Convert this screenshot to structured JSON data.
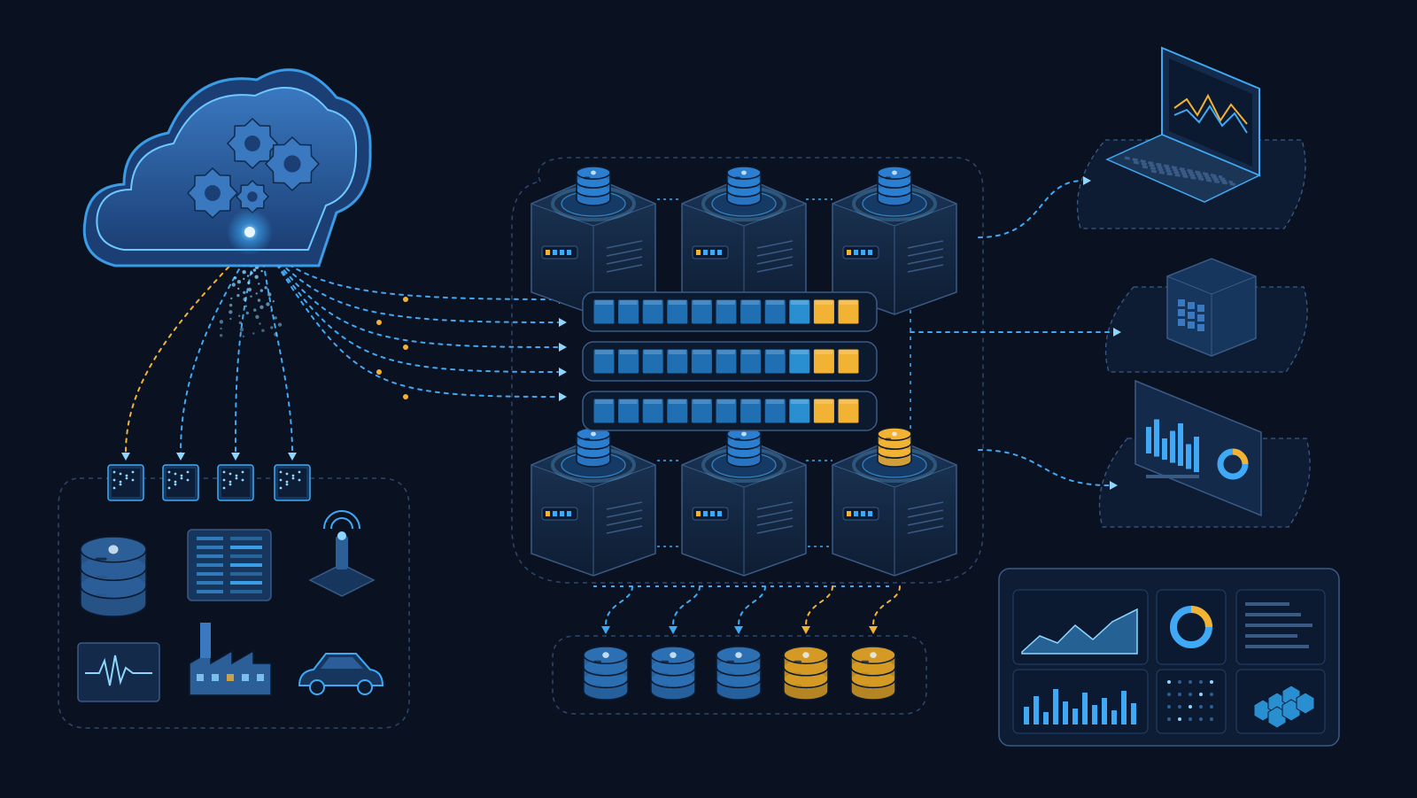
{
  "colors": {
    "background": "#0a1222",
    "frame": "#3a5a86",
    "flow": "#3fa9f5",
    "flow_bright": "#8fd6ff",
    "highlight": "#f2b233",
    "panel": "#132a4a",
    "panel_dark": "#0f1e36",
    "glow": "#6cc8ff"
  },
  "diagram": {
    "type": "data-pipeline-illustration",
    "text_labels": [],
    "sources": [
      {
        "icon": "database-icon"
      },
      {
        "icon": "server-rack-icon"
      },
      {
        "icon": "iot-antenna-sensor-icon"
      },
      {
        "icon": "waveform-monitor-icon"
      },
      {
        "icon": "factory-icon"
      },
      {
        "icon": "connected-car-icon"
      }
    ],
    "edge_nodes": [
      {
        "icon": "edge-chip-icon"
      },
      {
        "icon": "edge-chip-icon"
      },
      {
        "icon": "edge-chip-icon"
      },
      {
        "icon": "edge-chip-icon"
      }
    ],
    "cloud": {
      "icon": "cloud-gears-icon"
    },
    "cluster": {
      "nodes": [
        {
          "icon": "server-node-icon",
          "accent": "blue"
        },
        {
          "icon": "server-node-icon",
          "accent": "blue"
        },
        {
          "icon": "server-node-icon",
          "accent": "blue"
        },
        {
          "icon": "server-node-icon",
          "accent": "blue"
        },
        {
          "icon": "server-node-icon",
          "accent": "blue"
        },
        {
          "icon": "server-node-icon",
          "accent": "gold"
        }
      ],
      "queues": [
        {
          "highlight": [
            false,
            false,
            false,
            false,
            false,
            false,
            false,
            false,
            false,
            true,
            true
          ]
        },
        {
          "highlight": [
            false,
            false,
            false,
            false,
            false,
            false,
            false,
            false,
            false,
            true,
            true
          ]
        },
        {
          "highlight": [
            false,
            false,
            false,
            false,
            false,
            false,
            false,
            false,
            false,
            true,
            true
          ]
        }
      ]
    },
    "storage": [
      {
        "icon": "database-icon",
        "accent": "blue"
      },
      {
        "icon": "database-icon",
        "accent": "blue"
      },
      {
        "icon": "database-icon",
        "accent": "blue"
      },
      {
        "icon": "database-icon",
        "accent": "gold"
      },
      {
        "icon": "database-icon",
        "accent": "gold"
      }
    ],
    "outputs": [
      {
        "icon": "laptop-line-chart-icon"
      },
      {
        "icon": "app-cube-icon"
      },
      {
        "icon": "report-tablet-icon"
      }
    ],
    "dashboard": {
      "widgets": [
        {
          "icon": "area-chart-icon"
        },
        {
          "icon": "donut-chart-icon"
        },
        {
          "icon": "list-lines-icon"
        },
        {
          "icon": "bar-chart-icon"
        },
        {
          "icon": "dot-grid-icon"
        },
        {
          "icon": "stacked-cubes-icon"
        }
      ]
    }
  }
}
